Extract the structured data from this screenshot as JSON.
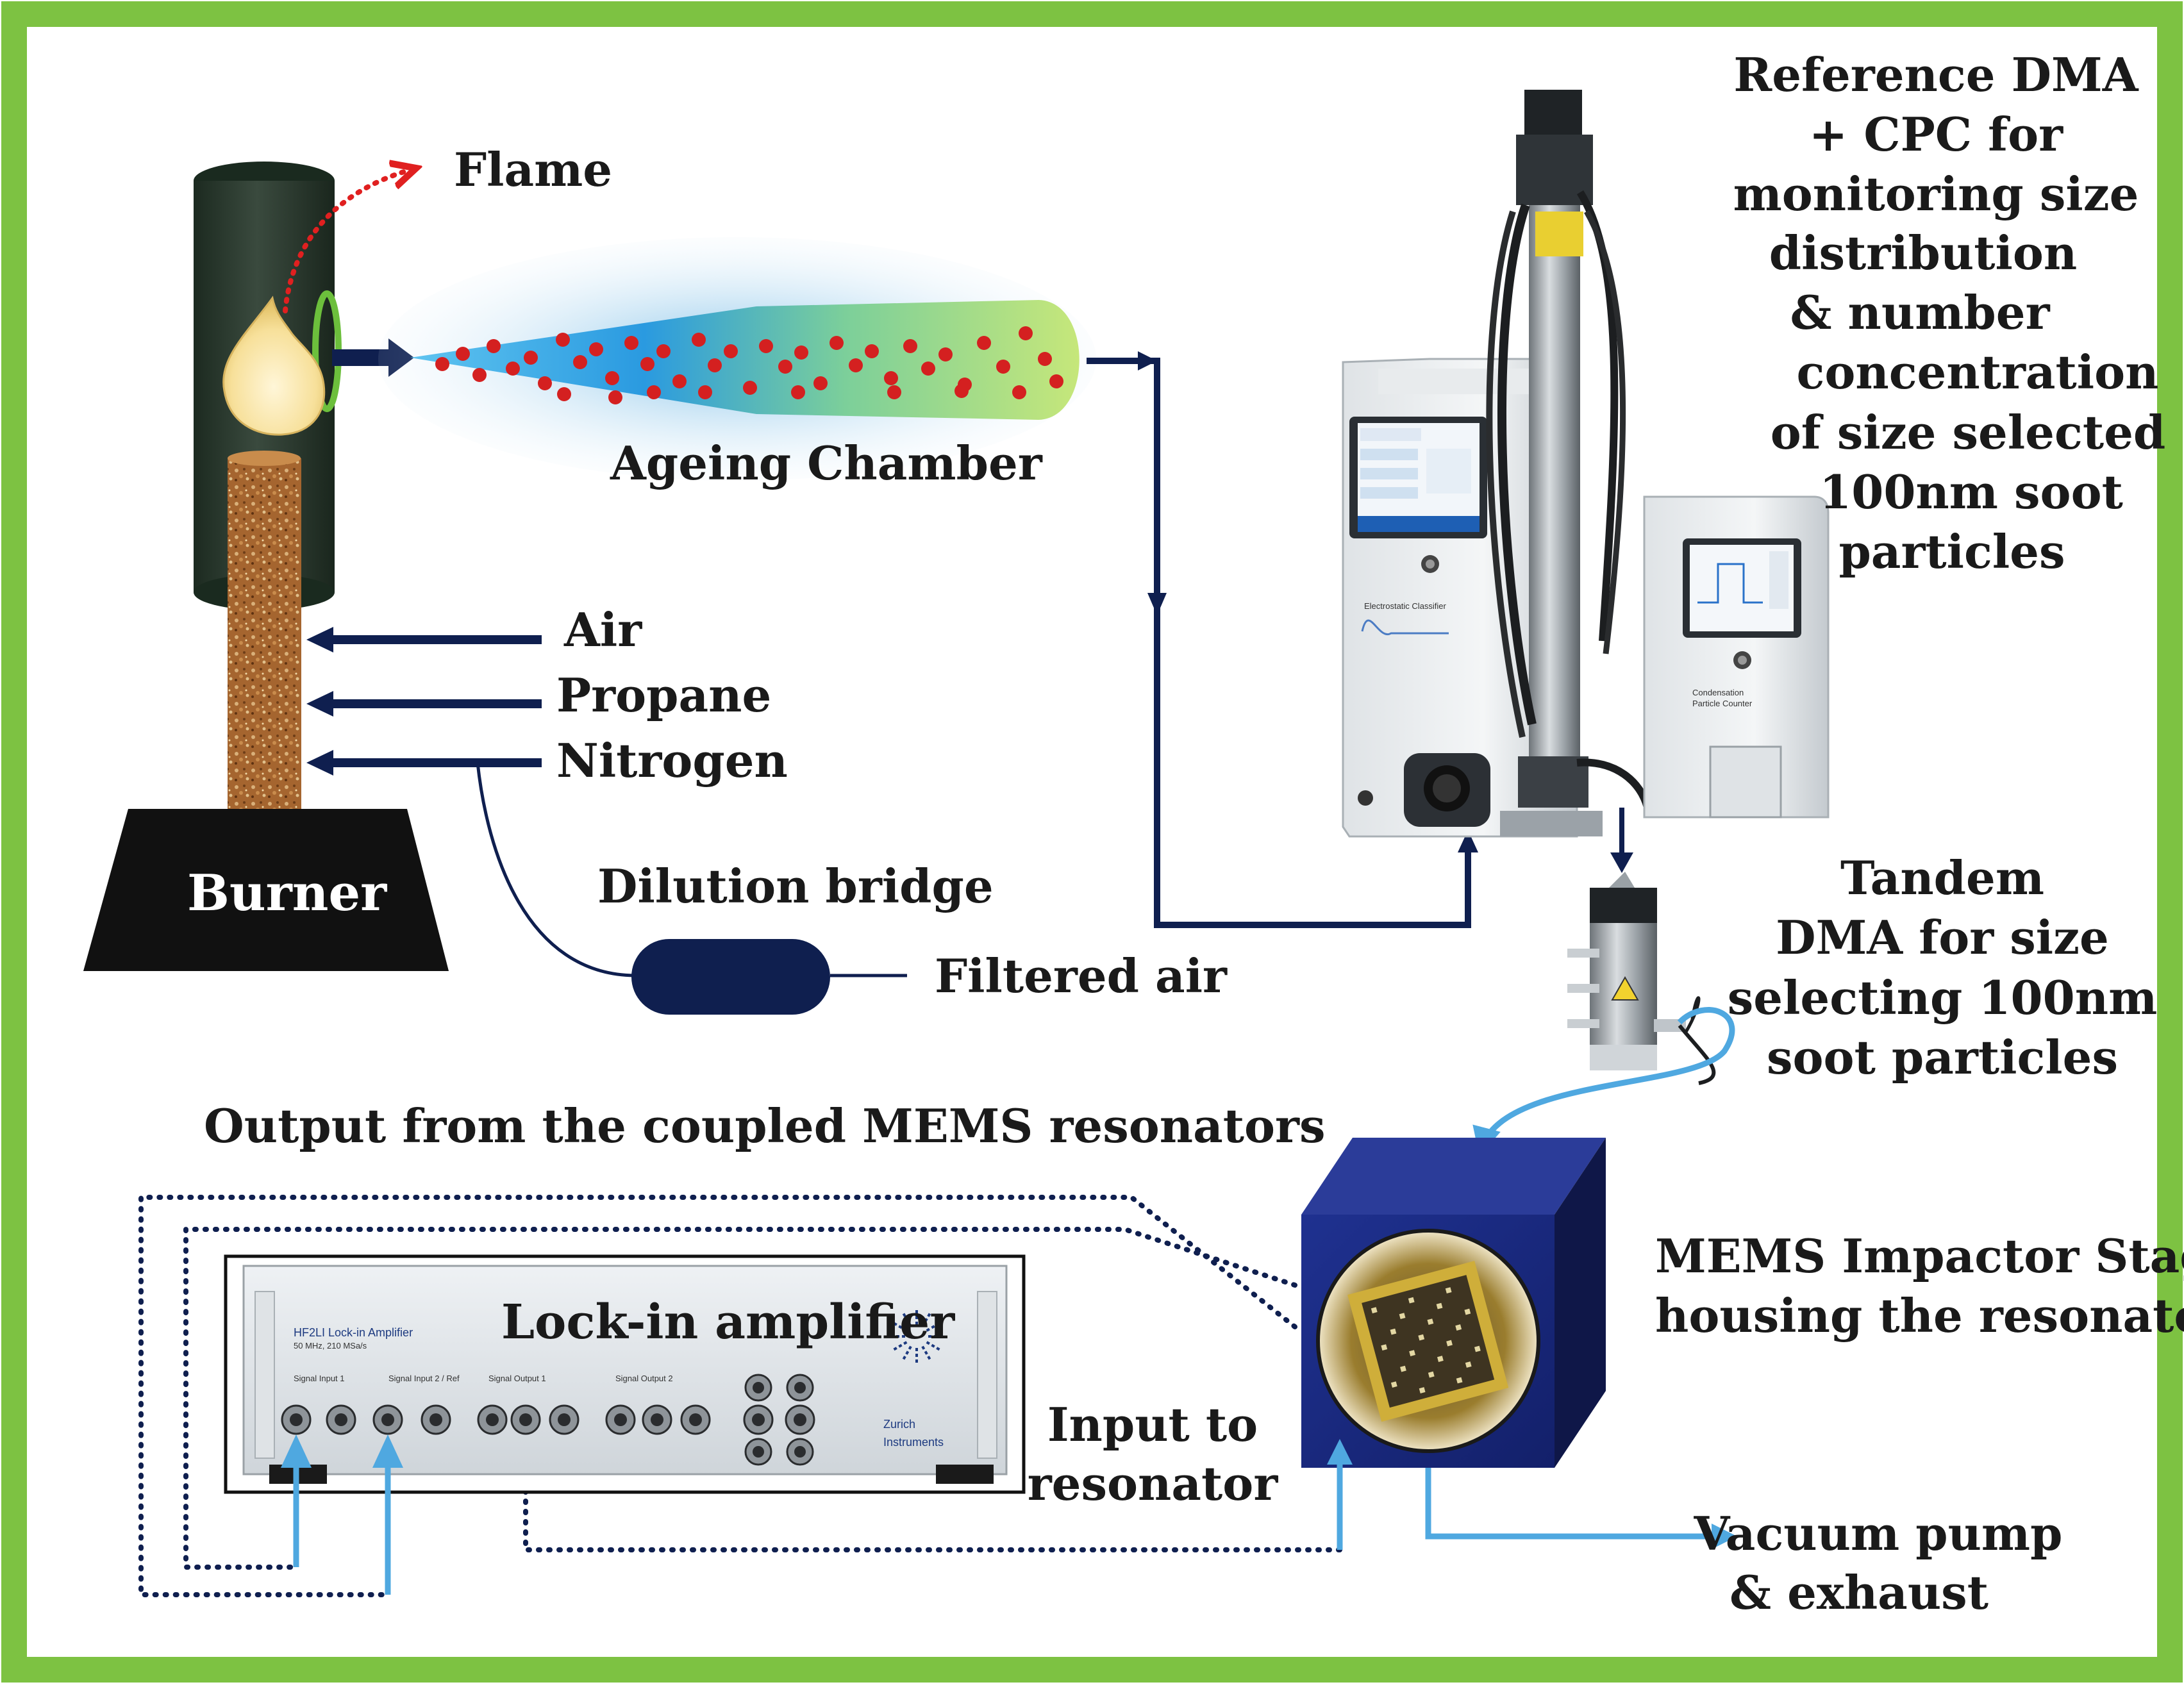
{
  "colors": {
    "frame": "#7dc242",
    "navy": "#0f1f4f",
    "blue_arrow": "#4fa8e0",
    "chamber_gradient": [
      "#2a9ae0",
      "#a8dc6f"
    ],
    "particle": "#d42020",
    "flame_arrow": "#e02020",
    "rod": "#a0622d",
    "chimney": "#26372b",
    "mems_box": "#1b2a78"
  },
  "icons": [
    "flame-icon",
    "burner-icon",
    "reference-dma-icon",
    "cpc-icon",
    "tandem-dma-icon",
    "mems-chip-icon",
    "lock-in-amplifier-icon"
  ],
  "labels": {
    "flame": "Flame",
    "ageing_chamber": "Ageing Chamber",
    "air": "Air",
    "propane": "Propane",
    "nitrogen": "Nitrogen",
    "burner": "Burner",
    "dilution_bridge": "Dilution bridge",
    "filtered_air": "Filtered air",
    "reference_dma": [
      "Reference DMA",
      "+ CPC for",
      "monitoring size",
      "distribution",
      "& number",
      "concentration",
      "of size selected",
      "100nm soot",
      "particles"
    ],
    "tandem_dma": [
      "Tandem",
      "DMA for size",
      "selecting 100nm",
      "soot particles"
    ],
    "output_mems": "Output from the coupled MEMS resonators",
    "mems_stage": [
      "MEMS Impactor Stage",
      "housing the resonators"
    ],
    "input_resonator": [
      "Input to",
      "resonator"
    ],
    "vacuum": [
      "Vacuum pump",
      "& exhaust"
    ],
    "lockin": "Lock-in amplifier"
  },
  "instrument_text": {
    "lockin_model": "HF2LI Lock-in Amplifier",
    "lockin_spec": "50 MHz, 210 MSa/s",
    "lockin_brand": [
      "Zurich",
      "Instruments"
    ],
    "lockin_ports": [
      "Signal Input 1",
      "Signal Input 2 / Ref",
      "Signal Output 1",
      "Signal Output 2"
    ],
    "classifier_name": "Electrostatic Classifier",
    "cpc_name": [
      "Condensation",
      "Particle Counter"
    ]
  }
}
